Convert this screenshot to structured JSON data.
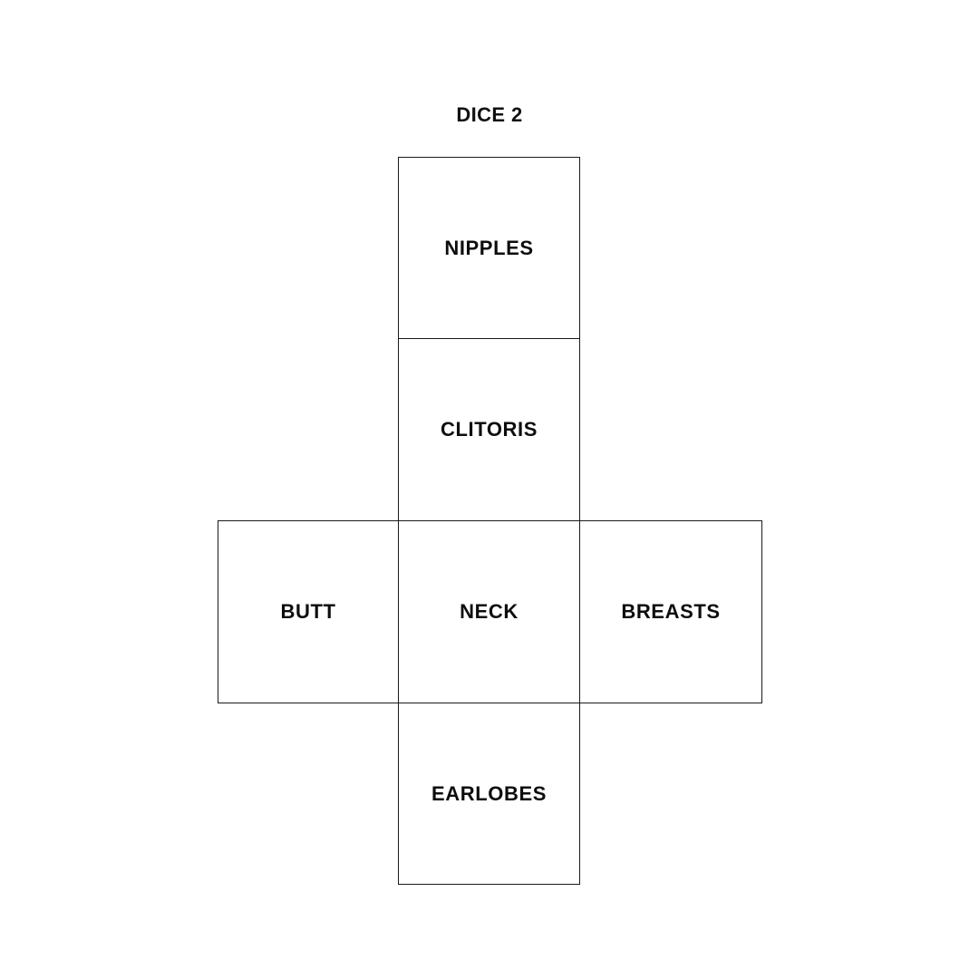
{
  "page": {
    "background_color": "#ffffff",
    "line_color": "#1a1a1a",
    "text_color": "#0d0d0d"
  },
  "title": "DICE 2",
  "net": {
    "shape": "cube-net-cross",
    "faces": [
      {
        "position": "top",
        "label": "NIPPLES"
      },
      {
        "position": "upper",
        "label": "CLITORIS"
      },
      {
        "position": "left",
        "label": "BUTT"
      },
      {
        "position": "center",
        "label": "NECK"
      },
      {
        "position": "right",
        "label": "BREASTS"
      },
      {
        "position": "bottom",
        "label": "EARLOBES"
      }
    ]
  }
}
